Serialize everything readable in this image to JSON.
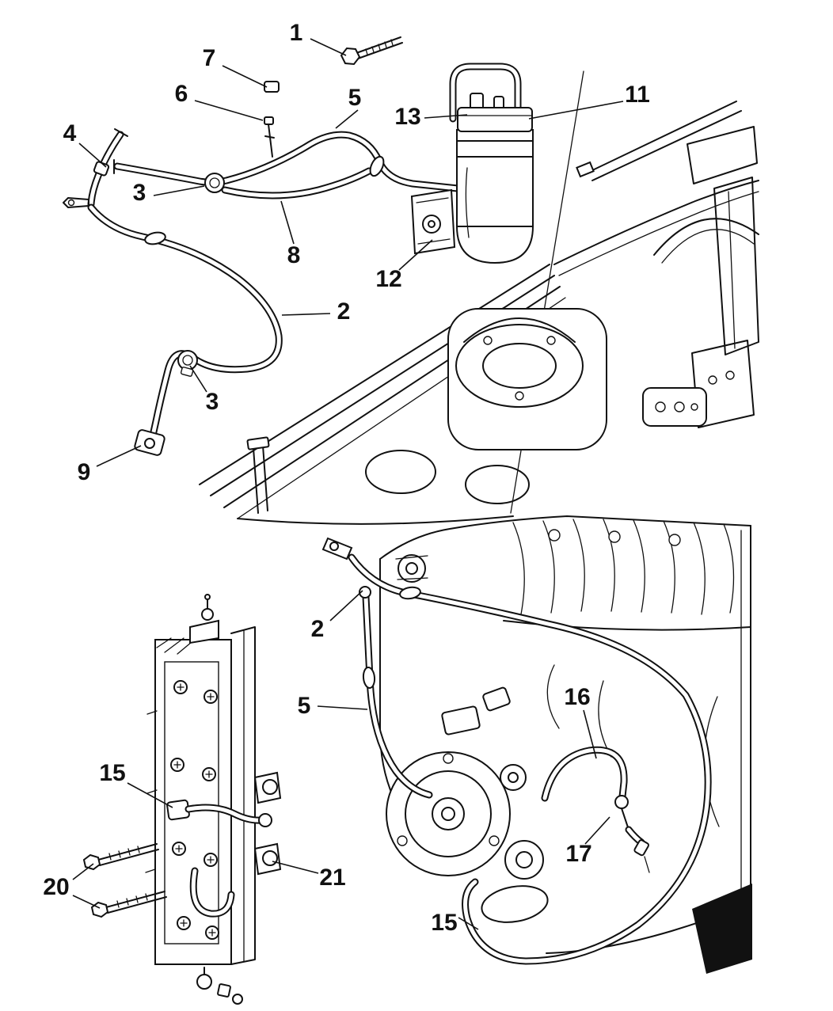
{
  "figure": {
    "background_color": "#ffffff",
    "line_color": "#111111",
    "type": "exploded-parts-line-diagram"
  },
  "callouts": [
    {
      "label": "1"
    },
    {
      "label": "7"
    },
    {
      "label": "6"
    },
    {
      "label": "5"
    },
    {
      "label": "13"
    },
    {
      "label": "11"
    },
    {
      "label": "4"
    },
    {
      "label": "3"
    },
    {
      "label": "8"
    },
    {
      "label": "12"
    },
    {
      "label": "2"
    },
    {
      "label": "3"
    },
    {
      "label": "9"
    },
    {
      "label": "2"
    },
    {
      "label": "5"
    },
    {
      "label": "16"
    },
    {
      "label": "15"
    },
    {
      "label": "20"
    },
    {
      "label": "21"
    },
    {
      "label": "17"
    },
    {
      "label": "15"
    }
  ]
}
